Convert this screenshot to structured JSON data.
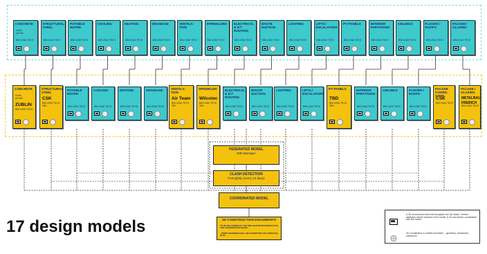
{
  "top_row": [
    {
      "label": "CONCRETE",
      "sub": [
        "in-situ",
        "pre-fab"
      ],
      "extra": "BIM LEAD TECH"
    },
    {
      "label": "STRUCTURAL STEEL",
      "extra": "BIM LEAD TECH"
    },
    {
      "label": "POTABLE WATER",
      "extra": "BIM LEAD TECH"
    },
    {
      "label": "COOLING",
      "extra": "BIM LEAD TECH"
    },
    {
      "label": "HEATING",
      "extra": "BIM LEAD TECH"
    },
    {
      "label": "DRAINAGE",
      "extra": "BIM LEAD TECH"
    },
    {
      "label": "VENTILA- TION",
      "extra": "BIM LEAD TECH"
    },
    {
      "label": "SPRINKLERS",
      "extra": "BIM LEAD TECH"
    },
    {
      "label": "ELECTRICAL & ICT ROUTING",
      "extra": "BIM LEAD TECH"
    },
    {
      "label": "WASTE SUCTION",
      "extra": "BIM LEAD TECH"
    },
    {
      "label": "LIGHTING",
      "extra": "BIM LEAD TECH"
    },
    {
      "label": "LIFTS / ESCALATORS",
      "extra": "BIM LEAD TECH"
    },
    {
      "label": "PV PANELS",
      "extra": "BIM LEAD TECH"
    },
    {
      "label": "INTERIOR PARTITIONS",
      "extra": "BIM LEAD TECH"
    },
    {
      "label": "CEILINGS",
      "extra": "BIM LEAD TECH"
    },
    {
      "label": "FLOORS / ROOFS",
      "extra": "BIM LEAD TECH"
    },
    {
      "label": "FACADE / GLAZING",
      "extra": "BIM LEAD TECH"
    }
  ],
  "mid_row": [
    {
      "label": "CONCRETE",
      "sub": [
        "in-situ",
        "pre-fab"
      ],
      "big": "ZUBLIN",
      "extra": "BIM LEAD TECH"
    },
    {
      "label": "STRUCTURAL STEEL",
      "big": "CSK",
      "extra": "BIM LEAD TECH TBD"
    },
    {
      "label": "POTABLE WATER",
      "extra": "BIM LEAD TECH"
    },
    {
      "label": "COOLING",
      "extra": "BIM LEAD TECH"
    },
    {
      "label": "HEATING",
      "extra": "BIM LEAD TECH"
    },
    {
      "label": "DRAINAGE",
      "extra": "BIM LEAD TECH"
    },
    {
      "label": "VENTILA- TION",
      "big": "Air Team",
      "extra": "BIM LEAD TECH TBD"
    },
    {
      "label": "SPRINKLER",
      "big": "Wilcotec",
      "extra": "BIM LEAD TECH TBD"
    },
    {
      "label": "ELECTRICAL & ICT ROUTING",
      "extra": "BIM LEAD TECH"
    },
    {
      "label": "WASTE SUCTION",
      "extra": "BIM LEAD TECH"
    },
    {
      "label": "LIGHTING",
      "extra": "BIM LEAD TECH"
    },
    {
      "label": "LIFTS / ESCALATORS",
      "extra": "BIM LEAD TECH"
    },
    {
      "label": "PV PANELS",
      "big": "TBD",
      "extra": "BIM LEAD TECH TBD"
    },
    {
      "label": "INTERIOR PARTITIONS",
      "extra": "BIM LEAD TECH"
    },
    {
      "label": "CEILINGS",
      "extra": "BIM LEAD TECH"
    },
    {
      "label": "FLOORS / ROOFS",
      "extra": "BIM LEAD TECH"
    },
    {
      "label": "FACADE COORD. STEEL",
      "big": "CSK",
      "extra": "BIM LEAD TECH"
    },
    {
      "label": "FACADE / GLAZING",
      "big": "METALBAU FRERICH",
      "extra": "BIM LEAD TECH"
    }
  ],
  "central": {
    "federated": {
      "title": "FEDERATED MODEL",
      "sub": "BIM Manager"
    },
    "clash": {
      "title": "CLASH DETECTION",
      "sub": "Fortnightly (every 14 days)"
    },
    "coordinated": {
      "title": "COORDINATED MODEL"
    },
    "docs": {
      "title": "2D CONSTRUCTION DOCUMENTS",
      "note1": "TO BE DELIVERED BY THE BIM LEAD RESPONSIBLE FOR THE COORDINATED MODEL",
      "note2": "- WORK DRAWINGS WILL BE SUBMITTED FOR APPROVAL IN 2D"
    }
  },
  "title": "17 design models",
  "legend": [
    {
      "icon": "model-chip-icon",
      "text": "A 3D environment will exist alongside the 3D model. Certain attributes will be included in the model. A 2D and will be coordinated with the model."
    },
    {
      "icon": "gear-icon",
      "text": "3D coordination & conflict resolution – geometry, clearances, tolerances"
    }
  ],
  "colors": {
    "teal": "#3ec9cc",
    "yellow": "#f4c20d",
    "frame_top": "#7fd6e6",
    "frame_mid": "#f2cc35"
  }
}
